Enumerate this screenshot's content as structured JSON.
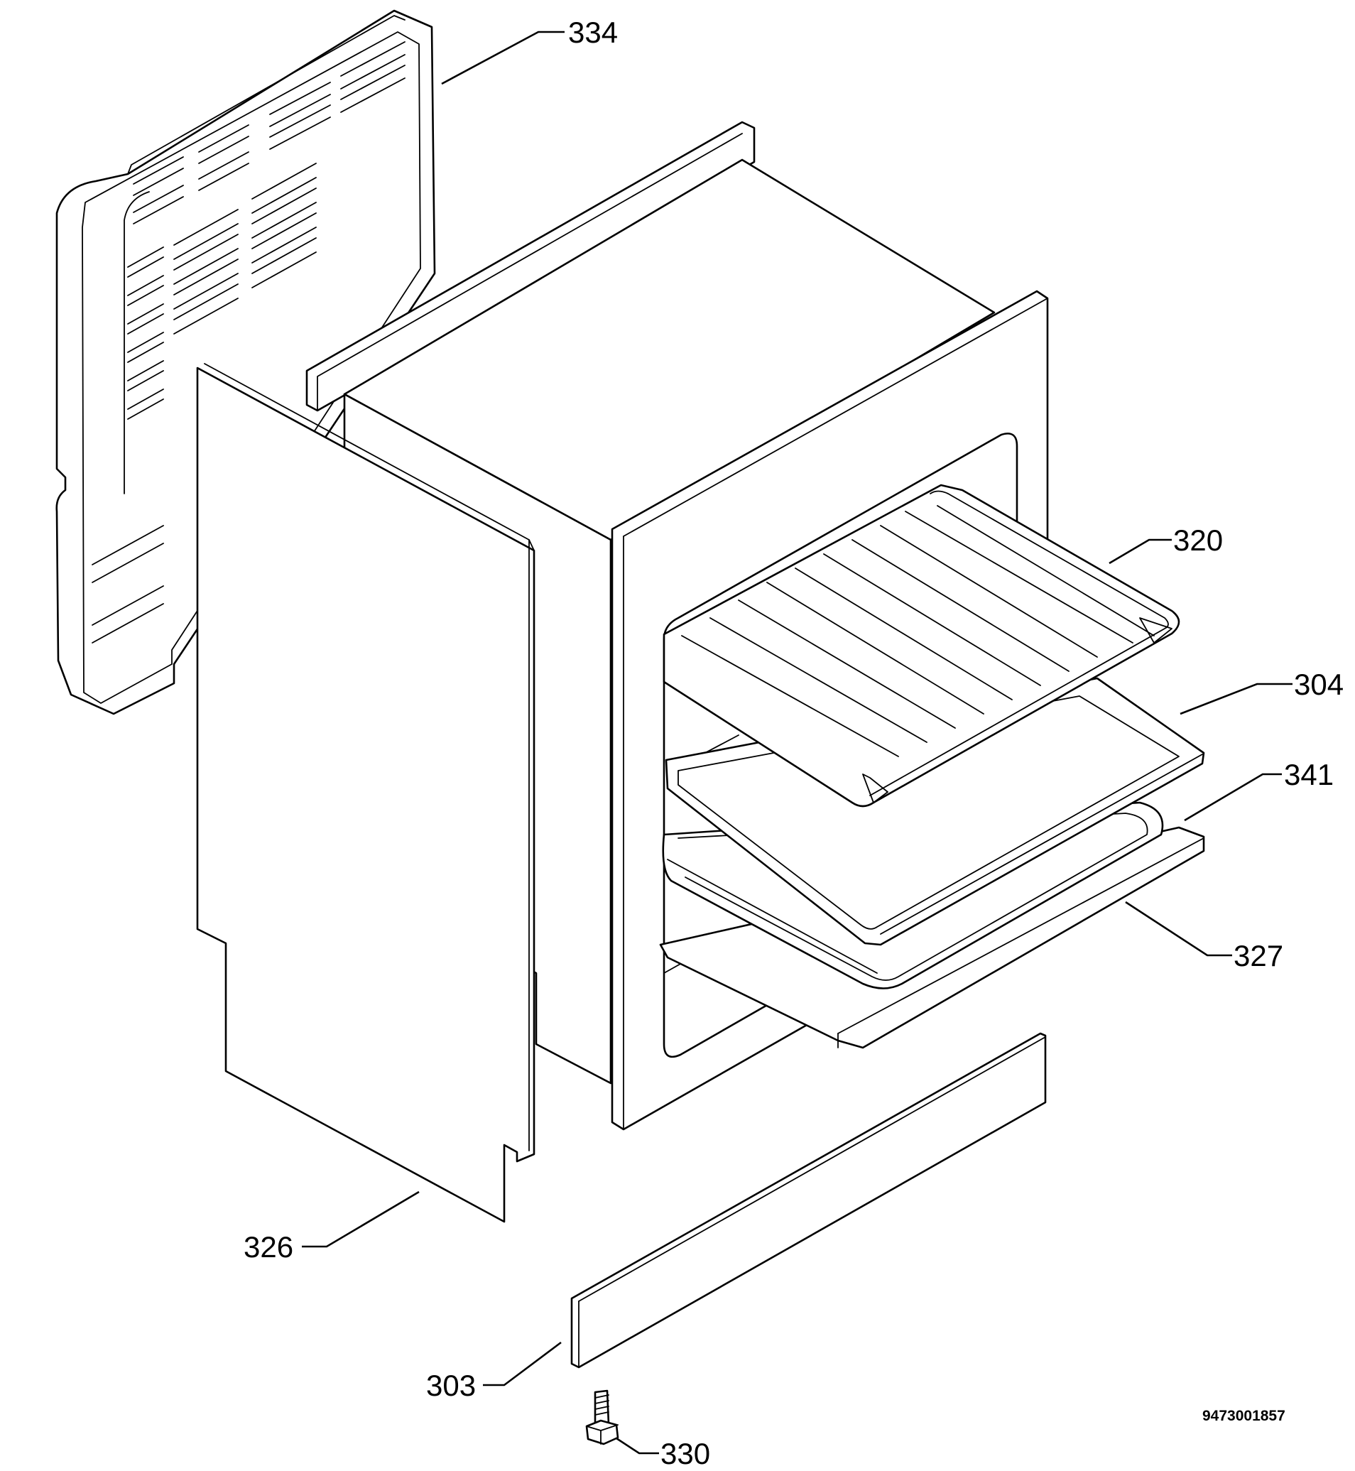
{
  "callouts": {
    "c334": "334",
    "c320": "320",
    "c304": "304",
    "c341": "341",
    "c327": "327",
    "c326": "326",
    "c303": "303",
    "c330": "330"
  },
  "drawing_code": "9473001857",
  "colors": {
    "line": "#000000",
    "background": "#ffffff"
  }
}
